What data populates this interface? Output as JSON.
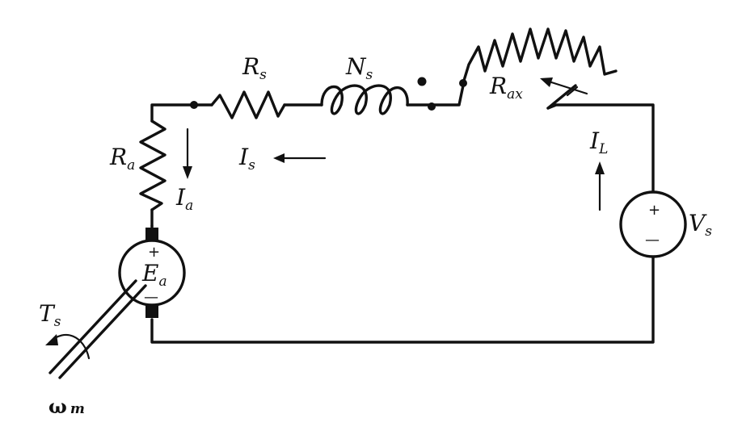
{
  "labels": {
    "rs": {
      "main": "R",
      "sub": "s"
    },
    "ns": {
      "main": "N",
      "sub": "s"
    },
    "rax": {
      "main": "R",
      "sub": "ax"
    },
    "ra": {
      "main": "R",
      "sub": "a"
    },
    "ia": {
      "main": "I",
      "sub": "a"
    },
    "is": {
      "main": "I",
      "sub": "s"
    },
    "il": {
      "main": "I",
      "sub": "L"
    },
    "vs": {
      "main": "V",
      "sub": "s"
    },
    "ea": {
      "main": "E",
      "sub": "a"
    },
    "ts": {
      "main": "T",
      "sub": "s"
    },
    "wm": {
      "main": "ω",
      "sub": "m"
    }
  },
  "signs": {
    "armature_plus": "+",
    "armature_minus": "—",
    "source_plus": "+",
    "source_minus": "—"
  }
}
